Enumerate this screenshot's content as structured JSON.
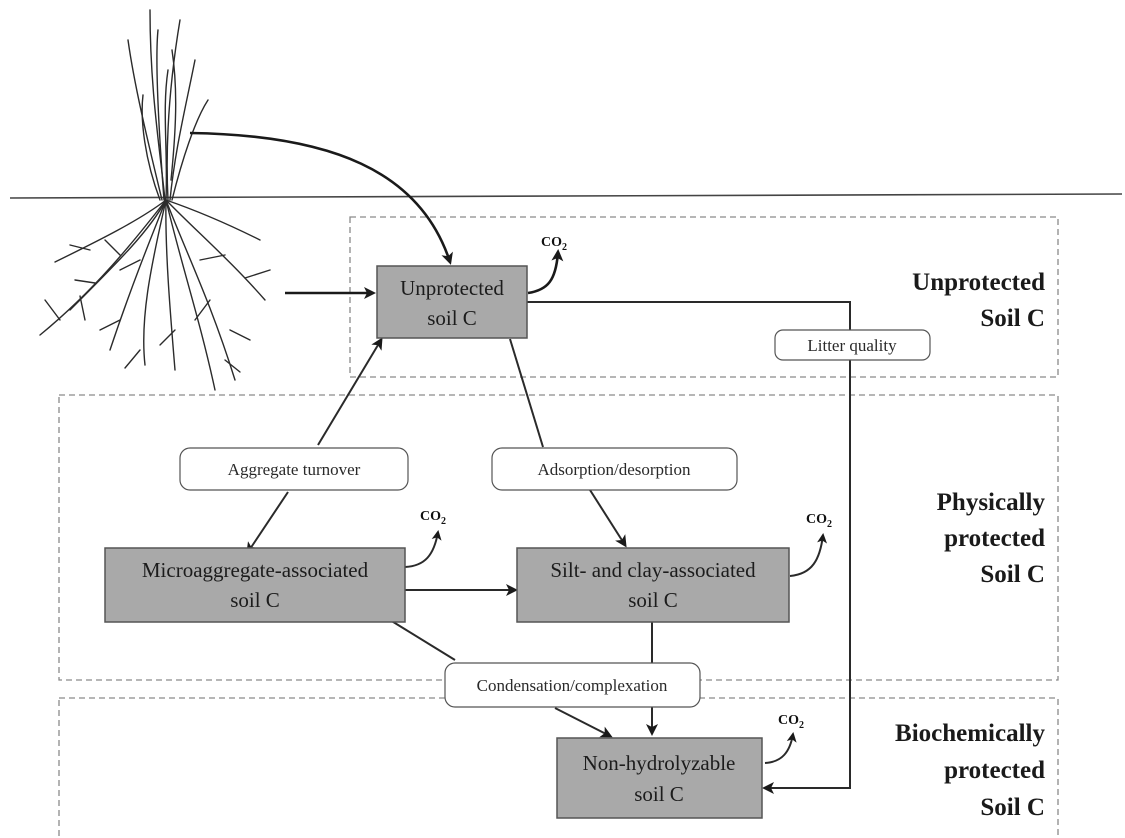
{
  "pools": {
    "unprotected": [
      "Unprotected",
      "soil C"
    ],
    "microaggregate": [
      "Microaggregate-associated",
      "soil C"
    ],
    "silt_clay": [
      "Silt- and clay-associated",
      "soil C"
    ],
    "non_hydrolyzable": [
      "Non-hydrolyzable",
      "soil C"
    ]
  },
  "processes": {
    "aggregate_turnover": "Aggregate turnover",
    "adsorption": "Adsorption/desorption",
    "condensation": "Condensation/complexation",
    "litter_quality": "Litter quality"
  },
  "zones": {
    "unprotected": [
      "Unprotected",
      "Soil C"
    ],
    "physical": [
      "Physically",
      "protected",
      "Soil C"
    ],
    "biochemical": [
      "Biochemically",
      "protected",
      "Soil C"
    ]
  },
  "co2": {
    "main": "CO",
    "sub": "2"
  },
  "colors": {
    "pool_fill": "#a9a9a9",
    "arrow": "#1a1a1a",
    "dashed_border": "#8a8a8a"
  }
}
